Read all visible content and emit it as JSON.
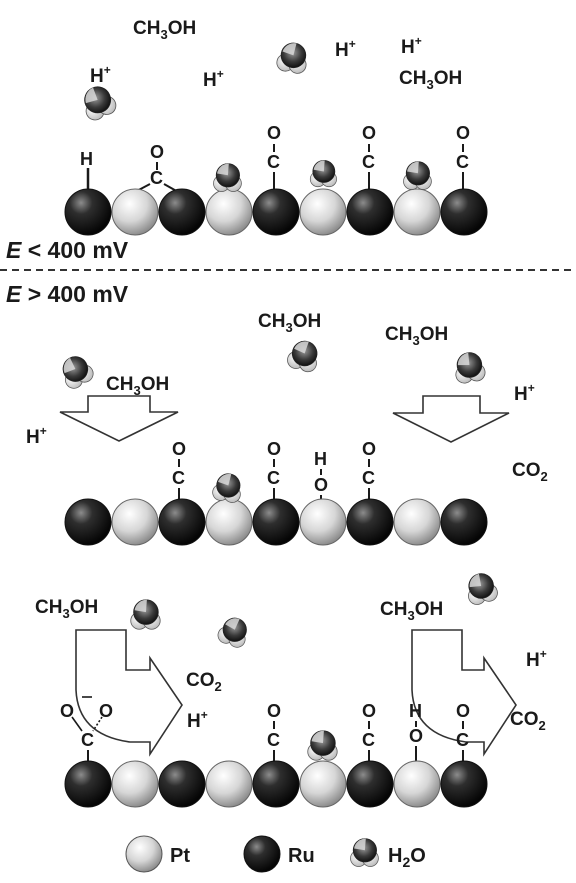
{
  "species": {
    "h_plus": "H",
    "h_plus_sup": "+",
    "methanol_pre": "CH",
    "methanol_sub": "3",
    "methanol_post": "OH",
    "co2_pre": "CO",
    "co2_sub": "2",
    "atom_c": "C",
    "atom_o": "O",
    "atom_h": "H"
  },
  "potential": {
    "symbol": "E",
    "low": " < 400 mV",
    "high": " > 400 mV"
  },
  "legend": {
    "pt": "Pt",
    "ru": "Ru",
    "h2o_pre": "H",
    "h2o_sub": "2",
    "h2o_post": "O"
  },
  "colors": {
    "pt": "#d6d6d6",
    "ru": "#1c1c1c",
    "water": "#e8e8e8",
    "ink": "#1a1a1a"
  },
  "rows": [
    {
      "sequence": [
        "Ru",
        "Pt",
        "Ru",
        "Pt",
        "Ru",
        "Pt",
        "Ru",
        "Pt",
        "Ru"
      ]
    },
    {
      "sequence": [
        "Ru",
        "Pt",
        "Ru",
        "Pt",
        "Ru",
        "Pt",
        "Ru",
        "Pt",
        "Ru"
      ]
    },
    {
      "sequence": [
        "Ru",
        "Pt",
        "Ru",
        "Pt",
        "Ru",
        "Pt",
        "Ru",
        "Pt",
        "Ru"
      ]
    }
  ]
}
